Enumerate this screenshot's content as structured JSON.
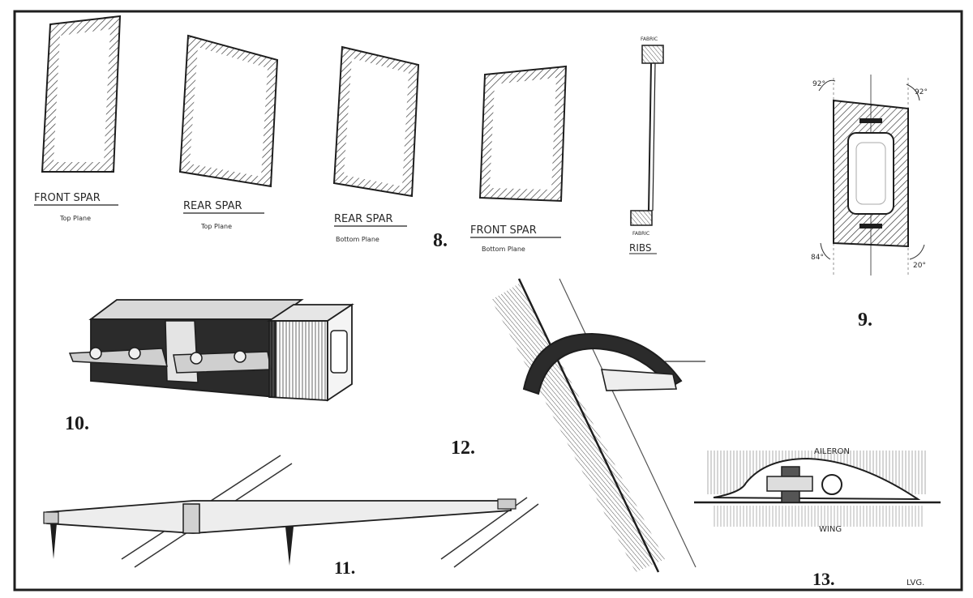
{
  "colors": {
    "paper": "#ffffff",
    "ink": "#1e1e1e",
    "hatch": "#3a3a3a",
    "fill_light": "#ececec",
    "fill_mid": "#bdbdbd",
    "fill_dark": "#2b2b2b"
  },
  "figures": {
    "fig8": {
      "number": "8.",
      "spars": [
        {
          "name": "FRONT SPAR",
          "sub": "Top Plane"
        },
        {
          "name": "REAR SPAR",
          "sub": "Top Plane"
        },
        {
          "name": "REAR SPAR",
          "sub": "Bottom Plane"
        },
        {
          "name": "FRONT SPAR",
          "sub": "Bottom Plane"
        }
      ],
      "ribs": {
        "label": "RIBS",
        "fabric_top": "FABRIC",
        "fabric_bottom": "FABRIC"
      }
    },
    "fig9": {
      "number": "9.",
      "angles": [
        "92°",
        "92°",
        "84°",
        "20°"
      ]
    },
    "fig10": {
      "number": "10."
    },
    "fig11": {
      "number": "11."
    },
    "fig12": {
      "number": "12."
    },
    "fig13": {
      "number": "13.",
      "aileron_label": "AILERON",
      "wing_label": "WING"
    },
    "signature": "LVG."
  }
}
